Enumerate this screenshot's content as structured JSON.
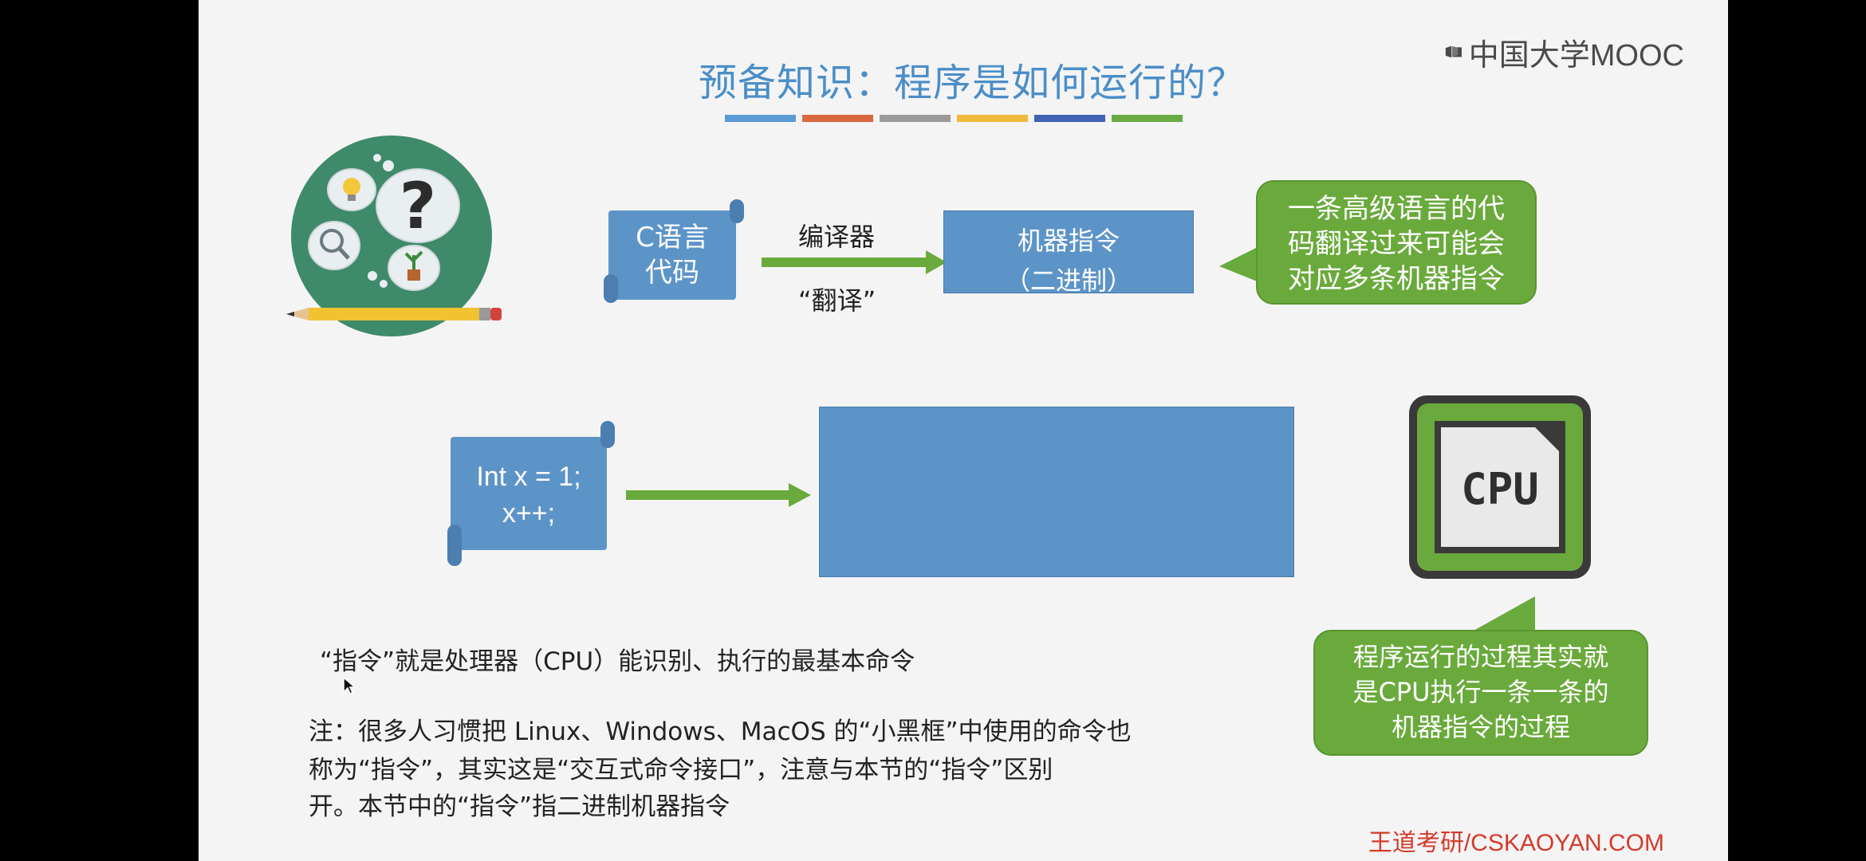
{
  "slide": {
    "title": "预备知识：程序是如何运行的？",
    "title_bar_colors": [
      "#5b9bd5",
      "#d9683e",
      "#9a9a9a",
      "#f0b93a",
      "#3f63b0",
      "#6aab42"
    ],
    "logo_text": "中国大学MOOC",
    "footer": "王道考研/CSKAOYAN.COM"
  },
  "diagram_top": {
    "scroll_line1": "C语言",
    "scroll_line2": "代码",
    "arrow_label_top": "编译器",
    "arrow_label_bottom": "“翻译”",
    "box_line1": "机器指令",
    "box_line2": "（二进制）",
    "bubble_lines": [
      "一条高级语言的代",
      "码翻译过来可能会",
      "对应多条机器指令"
    ]
  },
  "diagram_bottom": {
    "scroll_line1": "Int x = 1;",
    "scroll_line2": "x++;",
    "cpu_label": "CPU",
    "bubble_lines": [
      "程序运行的过程其实就",
      "是CPU执行一条一条的",
      "机器指令的过程"
    ]
  },
  "notes": {
    "definition": "“指令”就是处理器（CPU）能识别、执行的最基本命令",
    "note_line1": "注：很多人习惯把 Linux、Windows、MacOS 的“小黑框”中使用的命令也",
    "note_line2": "称为“指令”，其实这是“交互式命令接口”，注意与本节的“指令”区别",
    "note_line3": "开。本节中的“指令”指二进制机器指令"
  },
  "colors": {
    "blue_box": "#5d94c8",
    "green": "#6aaa3c",
    "title": "#4b8ec8",
    "footer": "#d43a2a"
  }
}
